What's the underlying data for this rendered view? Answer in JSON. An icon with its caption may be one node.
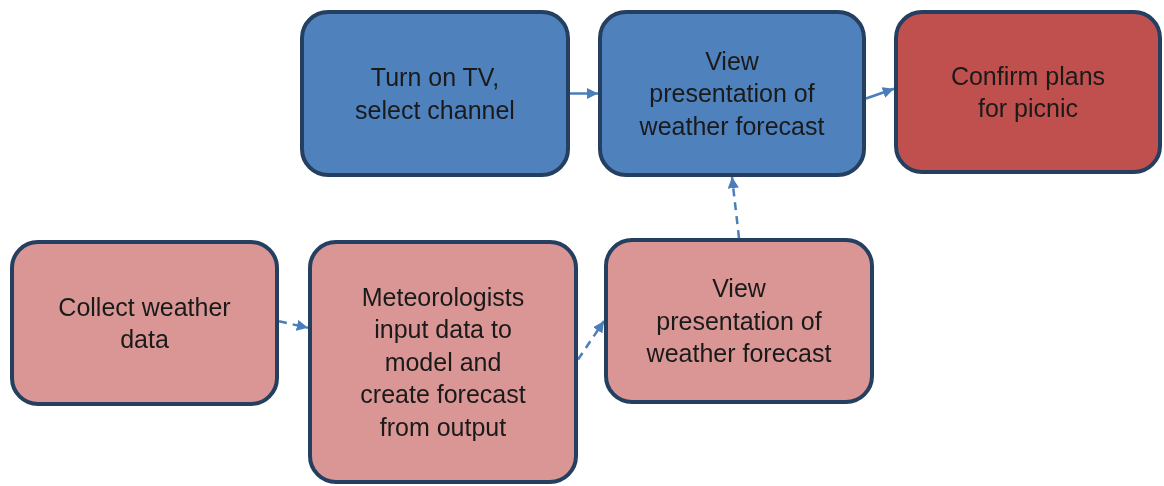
{
  "diagram": {
    "nodes": [
      {
        "text": [
          "Turn on TV, select channel"
        ]
      },
      {
        "text": [
          "View presentation of weather forecast"
        ]
      },
      {
        "text": [
          "Confirm plans for picnic"
        ]
      },
      {
        "text": [
          "Collect weather data"
        ]
      },
      {
        "text": [
          "Meteorologists input data to model and create forecast from output"
        ]
      },
      {
        "text": [
          "View presentation of weather forecast"
        ]
      }
    ],
    "edges": [
      {
        "from": 0,
        "to": 1,
        "arrow": "to"
      },
      {
        "from": 1,
        "to": 2,
        "arrow": "to"
      },
      {
        "from": 3,
        "to": 4,
        "arrow": "to",
        "style": "dashed"
      },
      {
        "from": 4,
        "to": 5,
        "arrow": "to",
        "style": "dashed"
      },
      {
        "from": 5,
        "to": 1,
        "arrow": "to",
        "style": "dashed"
      }
    ]
  }
}
